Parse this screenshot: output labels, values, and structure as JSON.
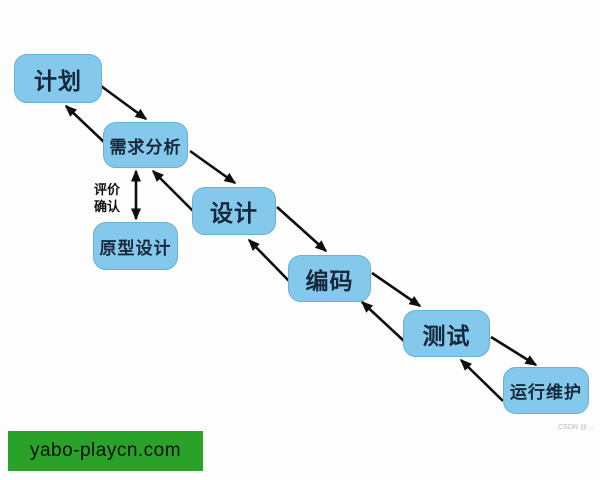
{
  "diagram": {
    "nodes": [
      {
        "id": "plan",
        "label": "计划"
      },
      {
        "id": "requirements-analysis",
        "label": "需求分析"
      },
      {
        "id": "design",
        "label": "设计"
      },
      {
        "id": "prototype-design",
        "label": "原型设计"
      },
      {
        "id": "coding",
        "label": "编码"
      },
      {
        "id": "testing",
        "label": "测试"
      },
      {
        "id": "maintenance",
        "label": "运行维护"
      }
    ],
    "evaluation_label": {
      "line1": "评价",
      "line2": "确认"
    },
    "colors": {
      "node_fill": "#84c9ec",
      "node_text": "#16283a",
      "arrow": "#0e0e0e"
    }
  },
  "banner": {
    "text": "yabo-playcn.com",
    "background": "#2aa22a"
  },
  "watermark": {
    "text": "CSDN @…"
  }
}
